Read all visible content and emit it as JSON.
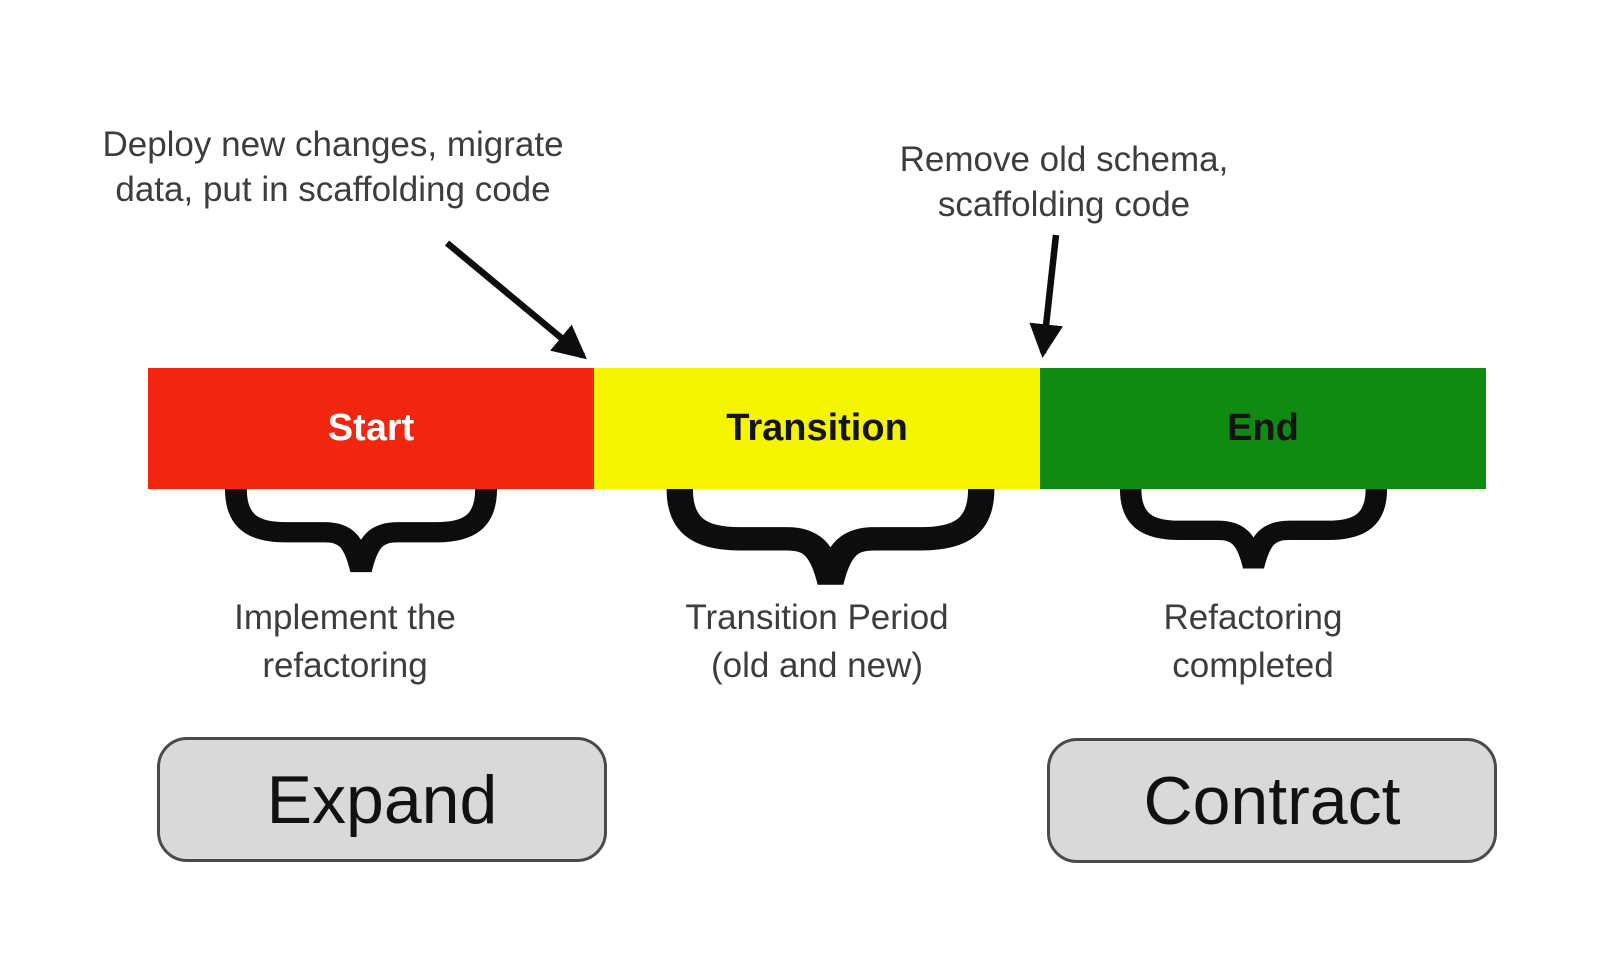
{
  "colors": {
    "background": "#ffffff",
    "start_segment": "#f2260f",
    "transition_segment": "#f5f500",
    "end_segment": "#0e8b10",
    "start_label_text": "#ffffff",
    "segment_label_text": "#141414",
    "annotation_text": "#3d3d3d",
    "phase_box_fill": "#d9d9d9",
    "phase_box_border": "#4a4a4a",
    "shape_black": "#0d0d0d"
  },
  "annotations": {
    "deploy": {
      "line1": "Deploy new changes, migrate",
      "line2": "data, put in scaffolding code"
    },
    "remove": {
      "line1": "Remove old schema,",
      "line2": "scaffolding code"
    }
  },
  "timeline": {
    "segments": [
      {
        "label": "Start",
        "description_line1": "Implement the",
        "description_line2": "refactoring"
      },
      {
        "label": "Transition",
        "description_line1": "Transition Period",
        "description_line2": "(old and new)"
      },
      {
        "label": "End",
        "description_line1": "Refactoring",
        "description_line2": "completed"
      }
    ]
  },
  "phases": {
    "expand_label": "Expand",
    "contract_label": "Contract"
  }
}
